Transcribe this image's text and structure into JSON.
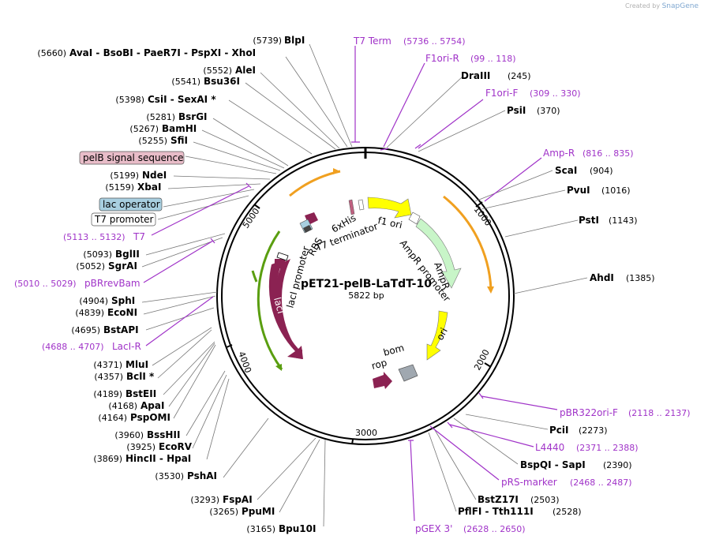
{
  "credit": {
    "prefix": "Created by",
    "brand": "SnapGene"
  },
  "plasmid": {
    "name": "pET21-pelB-LaTdT-10",
    "size_label": "5822 bp",
    "length": 5822
  },
  "ticks": [
    {
      "label": "1000",
      "pos": 1000
    },
    {
      "label": "2000",
      "pos": 2000
    },
    {
      "label": "3000",
      "pos": 3000
    },
    {
      "label": "4000",
      "pos": 4000
    },
    {
      "label": "5000",
      "pos": 5000
    }
  ],
  "enzymes": [
    {
      "pos": "(5739)",
      "name": "BlpI"
    },
    {
      "pos": "(5660)",
      "name": "AvaI  - BsoBI  - PaeR7I  - PspXI  - XhoI"
    },
    {
      "pos": "(5552)",
      "name": "AleI"
    },
    {
      "pos": "(5541)",
      "name": "Bsu36I"
    },
    {
      "pos": "(5398)",
      "name": "CsiI  - SexAI *"
    },
    {
      "pos": "(5281)",
      "name": "BsrGI"
    },
    {
      "pos": "(5267)",
      "name": "BamHI"
    },
    {
      "pos": "(5255)",
      "name": "SfiI"
    },
    {
      "pos": "(5199)",
      "name": "NdeI"
    },
    {
      "pos": "(5159)",
      "name": "XbaI"
    },
    {
      "pos": "(5093)",
      "name": "BglII"
    },
    {
      "pos": "(5052)",
      "name": "SgrAI"
    },
    {
      "pos": "(4904)",
      "name": "SphI"
    },
    {
      "pos": "(4839)",
      "name": "EcoNI"
    },
    {
      "pos": "(4695)",
      "name": "BstAPI"
    },
    {
      "pos": "(4371)",
      "name": "MluI"
    },
    {
      "pos": "(4357)",
      "name": "BclI *"
    },
    {
      "pos": "(4189)",
      "name": "BstEII"
    },
    {
      "pos": "(4168)",
      "name": "ApaI"
    },
    {
      "pos": "(4164)",
      "name": "PspOMI"
    },
    {
      "pos": "(3960)",
      "name": "BssHII"
    },
    {
      "pos": "(3925)",
      "name": "EcoRV"
    },
    {
      "pos": "(3869)",
      "name": "HincII  - HpaI"
    },
    {
      "pos": "(3530)",
      "name": "PshAI"
    },
    {
      "pos": "(3293)",
      "name": "FspAI"
    },
    {
      "pos": "(3265)",
      "name": "PpuMI"
    },
    {
      "pos": "(3165)",
      "name": "Bpu10I"
    },
    {
      "name": "DraIII",
      "pos": "(245)"
    },
    {
      "name": "PsiI",
      "pos": "(370)"
    },
    {
      "name": "ScaI",
      "pos": "(904)"
    },
    {
      "name": "PvuI",
      "pos": "(1016)"
    },
    {
      "name": "PstI",
      "pos": "(1143)"
    },
    {
      "name": "AhdI",
      "pos": "(1385)"
    },
    {
      "name": "PciI",
      "pos": "(2273)"
    },
    {
      "name": "BspQI  - SapI",
      "pos": "(2390)"
    },
    {
      "name": "BstZ17I",
      "pos": "(2503)"
    },
    {
      "name": "PflFI  - Tth111I",
      "pos": "(2528)"
    }
  ],
  "primers": [
    {
      "name": "T7 Term",
      "range": "(5736 .. 5754)"
    },
    {
      "name": "F1ori-R",
      "range": "(99 .. 118)"
    },
    {
      "name": "F1ori-F",
      "range": "(309 .. 330)"
    },
    {
      "name": "Amp-R",
      "range": "(816 .. 835)"
    },
    {
      "name": "pBR322ori-F",
      "range": "(2118 .. 2137)"
    },
    {
      "name": "L4440",
      "range": "(2371 .. 2388)"
    },
    {
      "name": "pRS-marker",
      "range": "(2468 .. 2487)"
    },
    {
      "name": "pGEX 3'",
      "range": "(2628 .. 2650)"
    },
    {
      "range": "(5113 .. 5132)",
      "name": "T7"
    },
    {
      "range": "(5010 .. 5029)",
      "name": "pBRrevBam"
    },
    {
      "range": "(4688 .. 4707)",
      "name": "LacI-R"
    }
  ],
  "boxed_features": [
    {
      "name": "pelB signal sequence",
      "color": "#e8bcc8"
    },
    {
      "name": "lac operator",
      "color": "#a8cfe0"
    },
    {
      "name": "T7 promoter",
      "color": "#ffffff"
    }
  ],
  "inner_features": [
    {
      "name": "RBS"
    },
    {
      "name": "6xHis"
    },
    {
      "name": "T7 terminator"
    },
    {
      "name": "f1 ori"
    },
    {
      "name": "AmpR promoter"
    },
    {
      "name": "AmpR"
    },
    {
      "name": "ori"
    },
    {
      "name": "bom"
    },
    {
      "name": "rop"
    },
    {
      "name": "lacI"
    },
    {
      "name": "lacI promoter"
    }
  ],
  "colors": {
    "primer": "#a033c8",
    "orf_orange": "#f0a020",
    "lacI": "#8b2252",
    "ampr": "#c8f5c8",
    "ori": "#ffff00",
    "promoter": "#5a9e10"
  }
}
